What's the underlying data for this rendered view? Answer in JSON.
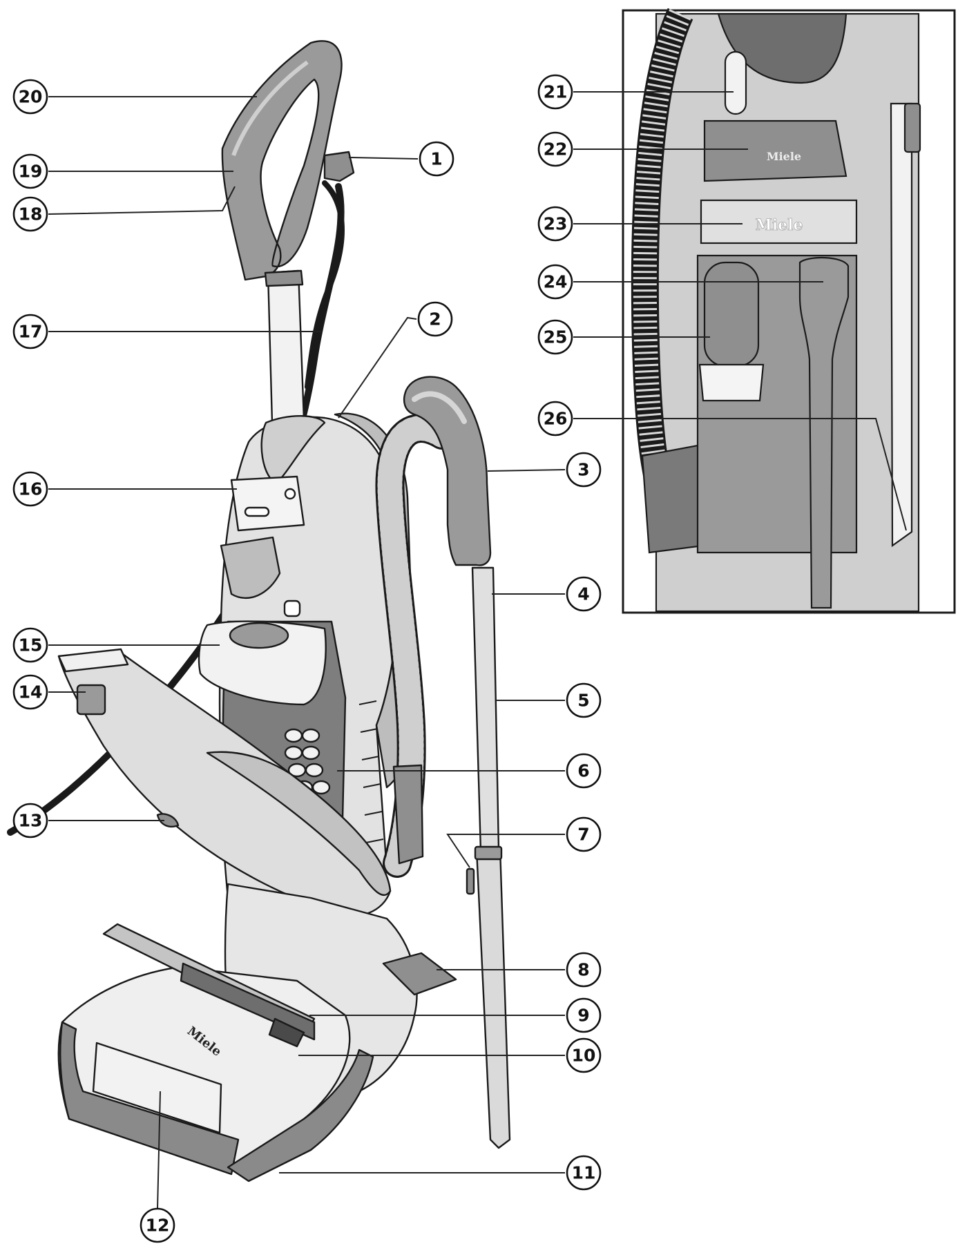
{
  "brand_marks": {
    "nozzle": "Miele",
    "inset_handheld": "Miele",
    "inset_panel": "Miele"
  },
  "callouts": [
    {
      "id": "1",
      "label": "1"
    },
    {
      "id": "2",
      "label": "2"
    },
    {
      "id": "3",
      "label": "3"
    },
    {
      "id": "4",
      "label": "4"
    },
    {
      "id": "5",
      "label": "5"
    },
    {
      "id": "6",
      "label": "6"
    },
    {
      "id": "7",
      "label": "7"
    },
    {
      "id": "8",
      "label": "8"
    },
    {
      "id": "9",
      "label": "9"
    },
    {
      "id": "10",
      "label": "10"
    },
    {
      "id": "11",
      "label": "11"
    },
    {
      "id": "12",
      "label": "12"
    },
    {
      "id": "13",
      "label": "13"
    },
    {
      "id": "14",
      "label": "14"
    },
    {
      "id": "15",
      "label": "15"
    },
    {
      "id": "16",
      "label": "16"
    },
    {
      "id": "17",
      "label": "17"
    },
    {
      "id": "18",
      "label": "18"
    },
    {
      "id": "19",
      "label": "19"
    },
    {
      "id": "20",
      "label": "20"
    },
    {
      "id": "21",
      "label": "21"
    },
    {
      "id": "22",
      "label": "22"
    },
    {
      "id": "23",
      "label": "23"
    },
    {
      "id": "24",
      "label": "24"
    },
    {
      "id": "25",
      "label": "25"
    },
    {
      "id": "26",
      "label": "26"
    }
  ],
  "colors": {
    "outline": "#1a1a1a",
    "body_light": "#e6e6e6",
    "body_mid": "#c9c9c9",
    "body_dark": "#8f8f8f",
    "accent_dark": "#6e6e6e",
    "background": "#ffffff"
  }
}
